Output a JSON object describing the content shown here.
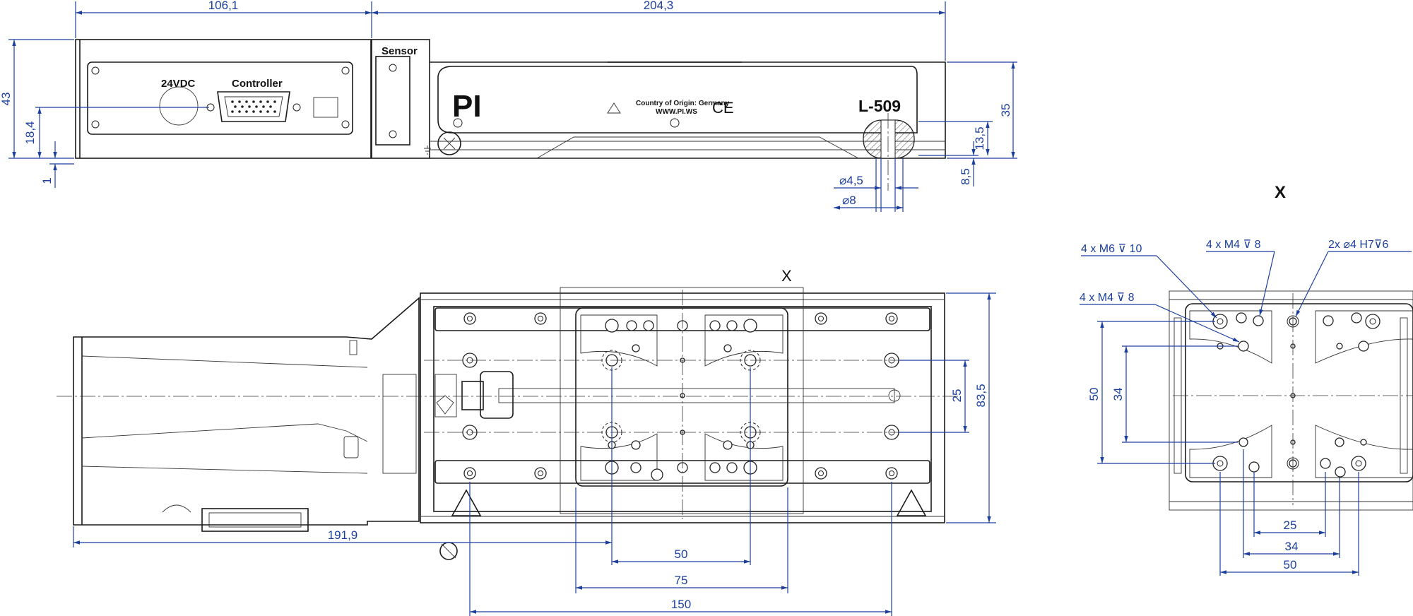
{
  "dimensions": {
    "top_width_left": "106,1",
    "top_width_right": "204,3",
    "left_height_total": "43",
    "left_height_connector": "18,4",
    "left_offset_bottom": "1",
    "right_height_total": "35",
    "right_height_mid": "13,5",
    "right_height_bottom": "8,5",
    "dia_small": "⌀4,5",
    "dia_large": "⌀8",
    "bottom_total": "191,9",
    "bottom_50": "50",
    "bottom_75": "75",
    "bottom_150": "150",
    "side_25": "25",
    "side_83_5": "83,5"
  },
  "labels": {
    "sensor": "Sensor",
    "power": "24VDC",
    "controller": "Controller",
    "brand": "PI",
    "origin_line1": "Country of Origin: Germany",
    "origin_line2": "WWW.PI.WS",
    "model": "L-509",
    "view_marker": "X"
  },
  "detail_view": {
    "title": "X",
    "callout_m6": "4 x M6 ⊽ 10",
    "callout_m4_top": "4 x M4 ⊽ 8",
    "callout_m4_left": "4 x M4 ⊽ 8",
    "callout_dowel": "2x ⌀4 H7⊽6",
    "dim_50_vertical": "50",
    "dim_34_vertical": "34",
    "dim_25_bottom": "25",
    "dim_34_bottom": "34",
    "dim_50_bottom": "50"
  }
}
